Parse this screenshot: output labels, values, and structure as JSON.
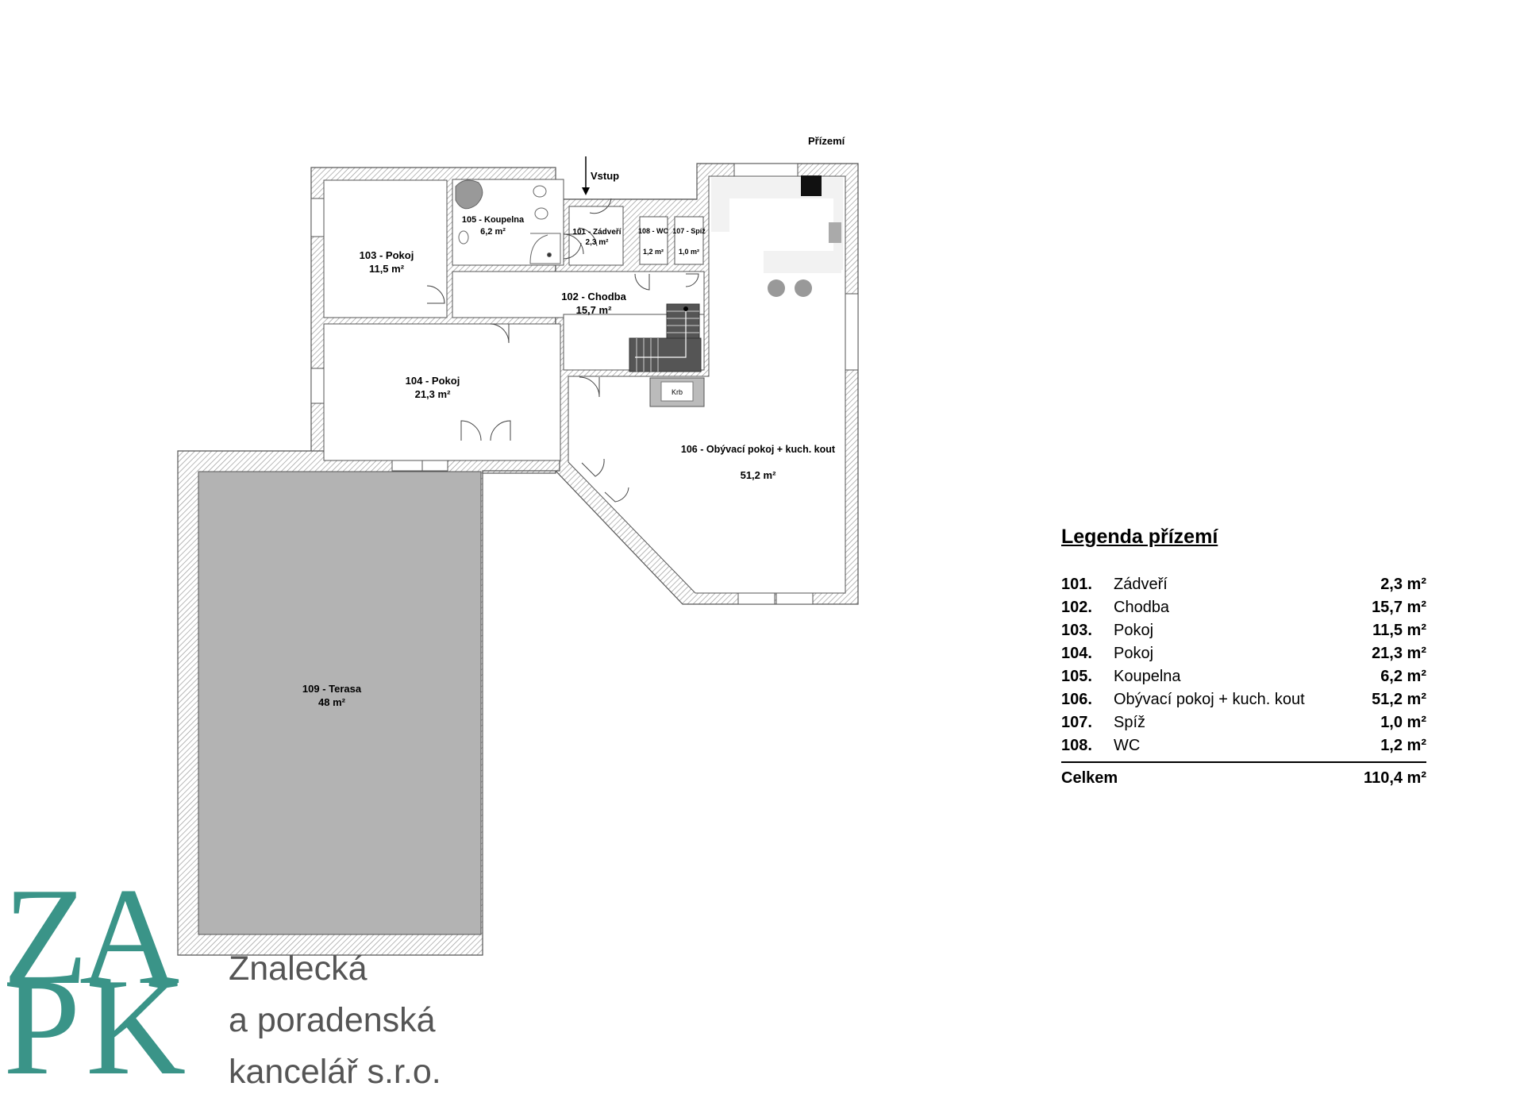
{
  "plan": {
    "floor_label": "Přízemí",
    "entrance_label": "Vstup",
    "fireplace_label": "Krb",
    "rooms": [
      {
        "name": "103 - Pokoj",
        "area": "11,5 m²"
      },
      {
        "name": "105 - Koupelna",
        "area": "6,2 m²"
      },
      {
        "name": "101 - Zádveří",
        "area": "2,3 m²"
      },
      {
        "name": "108 - WC",
        "area": "1,2 m²"
      },
      {
        "name": "107 - Spíž",
        "area": "1,0 m²"
      },
      {
        "name": "102 - Chodba",
        "area": "15,7 m²"
      },
      {
        "name": "104 - Pokoj",
        "area": "21,3 m²"
      },
      {
        "name": "106 - Obývací pokoj + kuch. kout",
        "area": "51,2 m²"
      },
      {
        "name": "109 - Terasa",
        "area": "48 m²"
      }
    ]
  },
  "legend": {
    "title": "Legenda přízemí",
    "rows": [
      {
        "num": "101.",
        "name": "Zádveří",
        "area": "2,3 m²"
      },
      {
        "num": "102.",
        "name": "Chodba",
        "area": "15,7 m²"
      },
      {
        "num": "103.",
        "name": "Pokoj",
        "area": "11,5 m²"
      },
      {
        "num": "104.",
        "name": "Pokoj",
        "area": "21,3 m²"
      },
      {
        "num": "105.",
        "name": "Koupelna",
        "area": "6,2 m²"
      },
      {
        "num": "106.",
        "name": "Obývací pokoj + kuch. kout",
        "area": "51,2 m²"
      },
      {
        "num": "107.",
        "name": "Spíž",
        "area": "1,0 m²"
      },
      {
        "num": "108.",
        "name": "WC",
        "area": "1,2 m²"
      }
    ],
    "total_label": "Celkem",
    "total_area": "110,4 m²"
  },
  "logo": {
    "letters": [
      "Z",
      "A",
      "P",
      "K"
    ],
    "line1": "Znalecká",
    "line2": "a poradenská",
    "line3": "kancelář s.r.o.",
    "color": "#3a9488"
  },
  "colors": {
    "terrace": "#b3b3b3",
    "wall": "#ffffff",
    "hatch": "#999999"
  }
}
